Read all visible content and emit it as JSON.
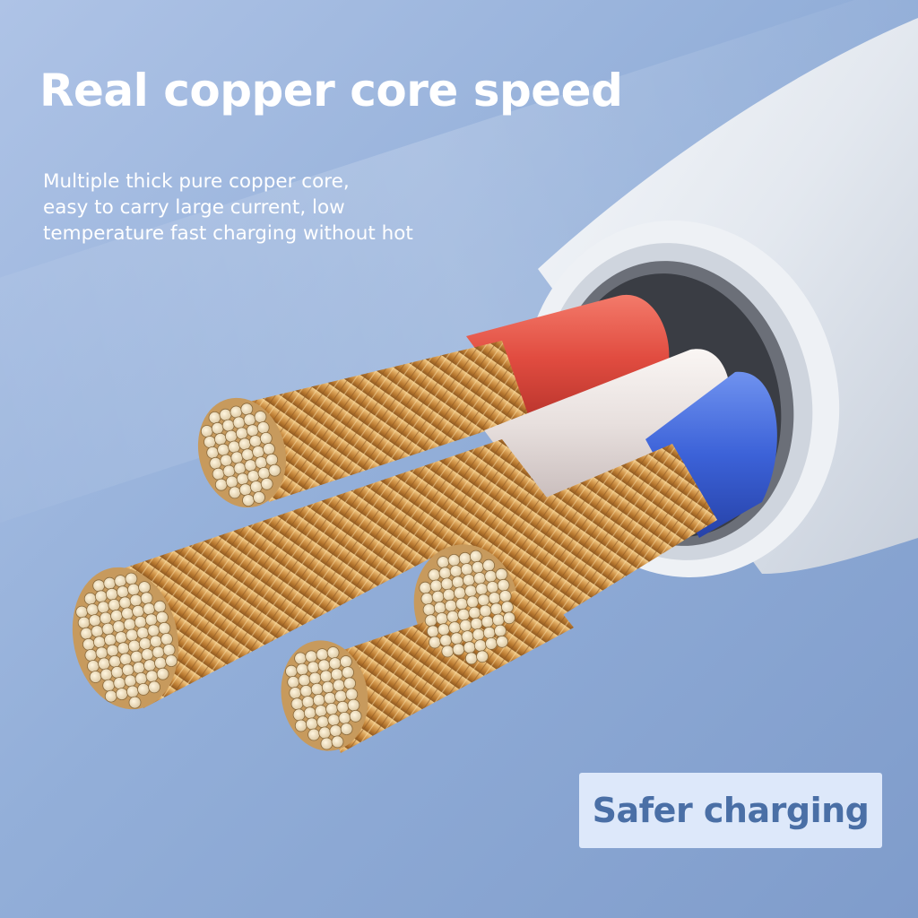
{
  "headline": "Real copper core speed",
  "description": {
    "line1": "Multiple thick pure copper core,",
    "line2": "easy to carry large current, low",
    "line3": "temperature fast charging without hot"
  },
  "badge": {
    "label": "Safer charging"
  },
  "colors": {
    "background": "#8faad6",
    "copper": "#d9a35a",
    "wire_red": "#e4574a",
    "wire_white": "#e9e2e0",
    "wire_blue": "#3f66d9",
    "jacket": "#e8ecf2",
    "badge_bg": "#dde8fa",
    "badge_text": "#4a6fa6"
  },
  "illustration": {
    "subject": "cable cross-section with copper strands",
    "inner_wires": [
      "red",
      "white",
      "blue"
    ]
  }
}
